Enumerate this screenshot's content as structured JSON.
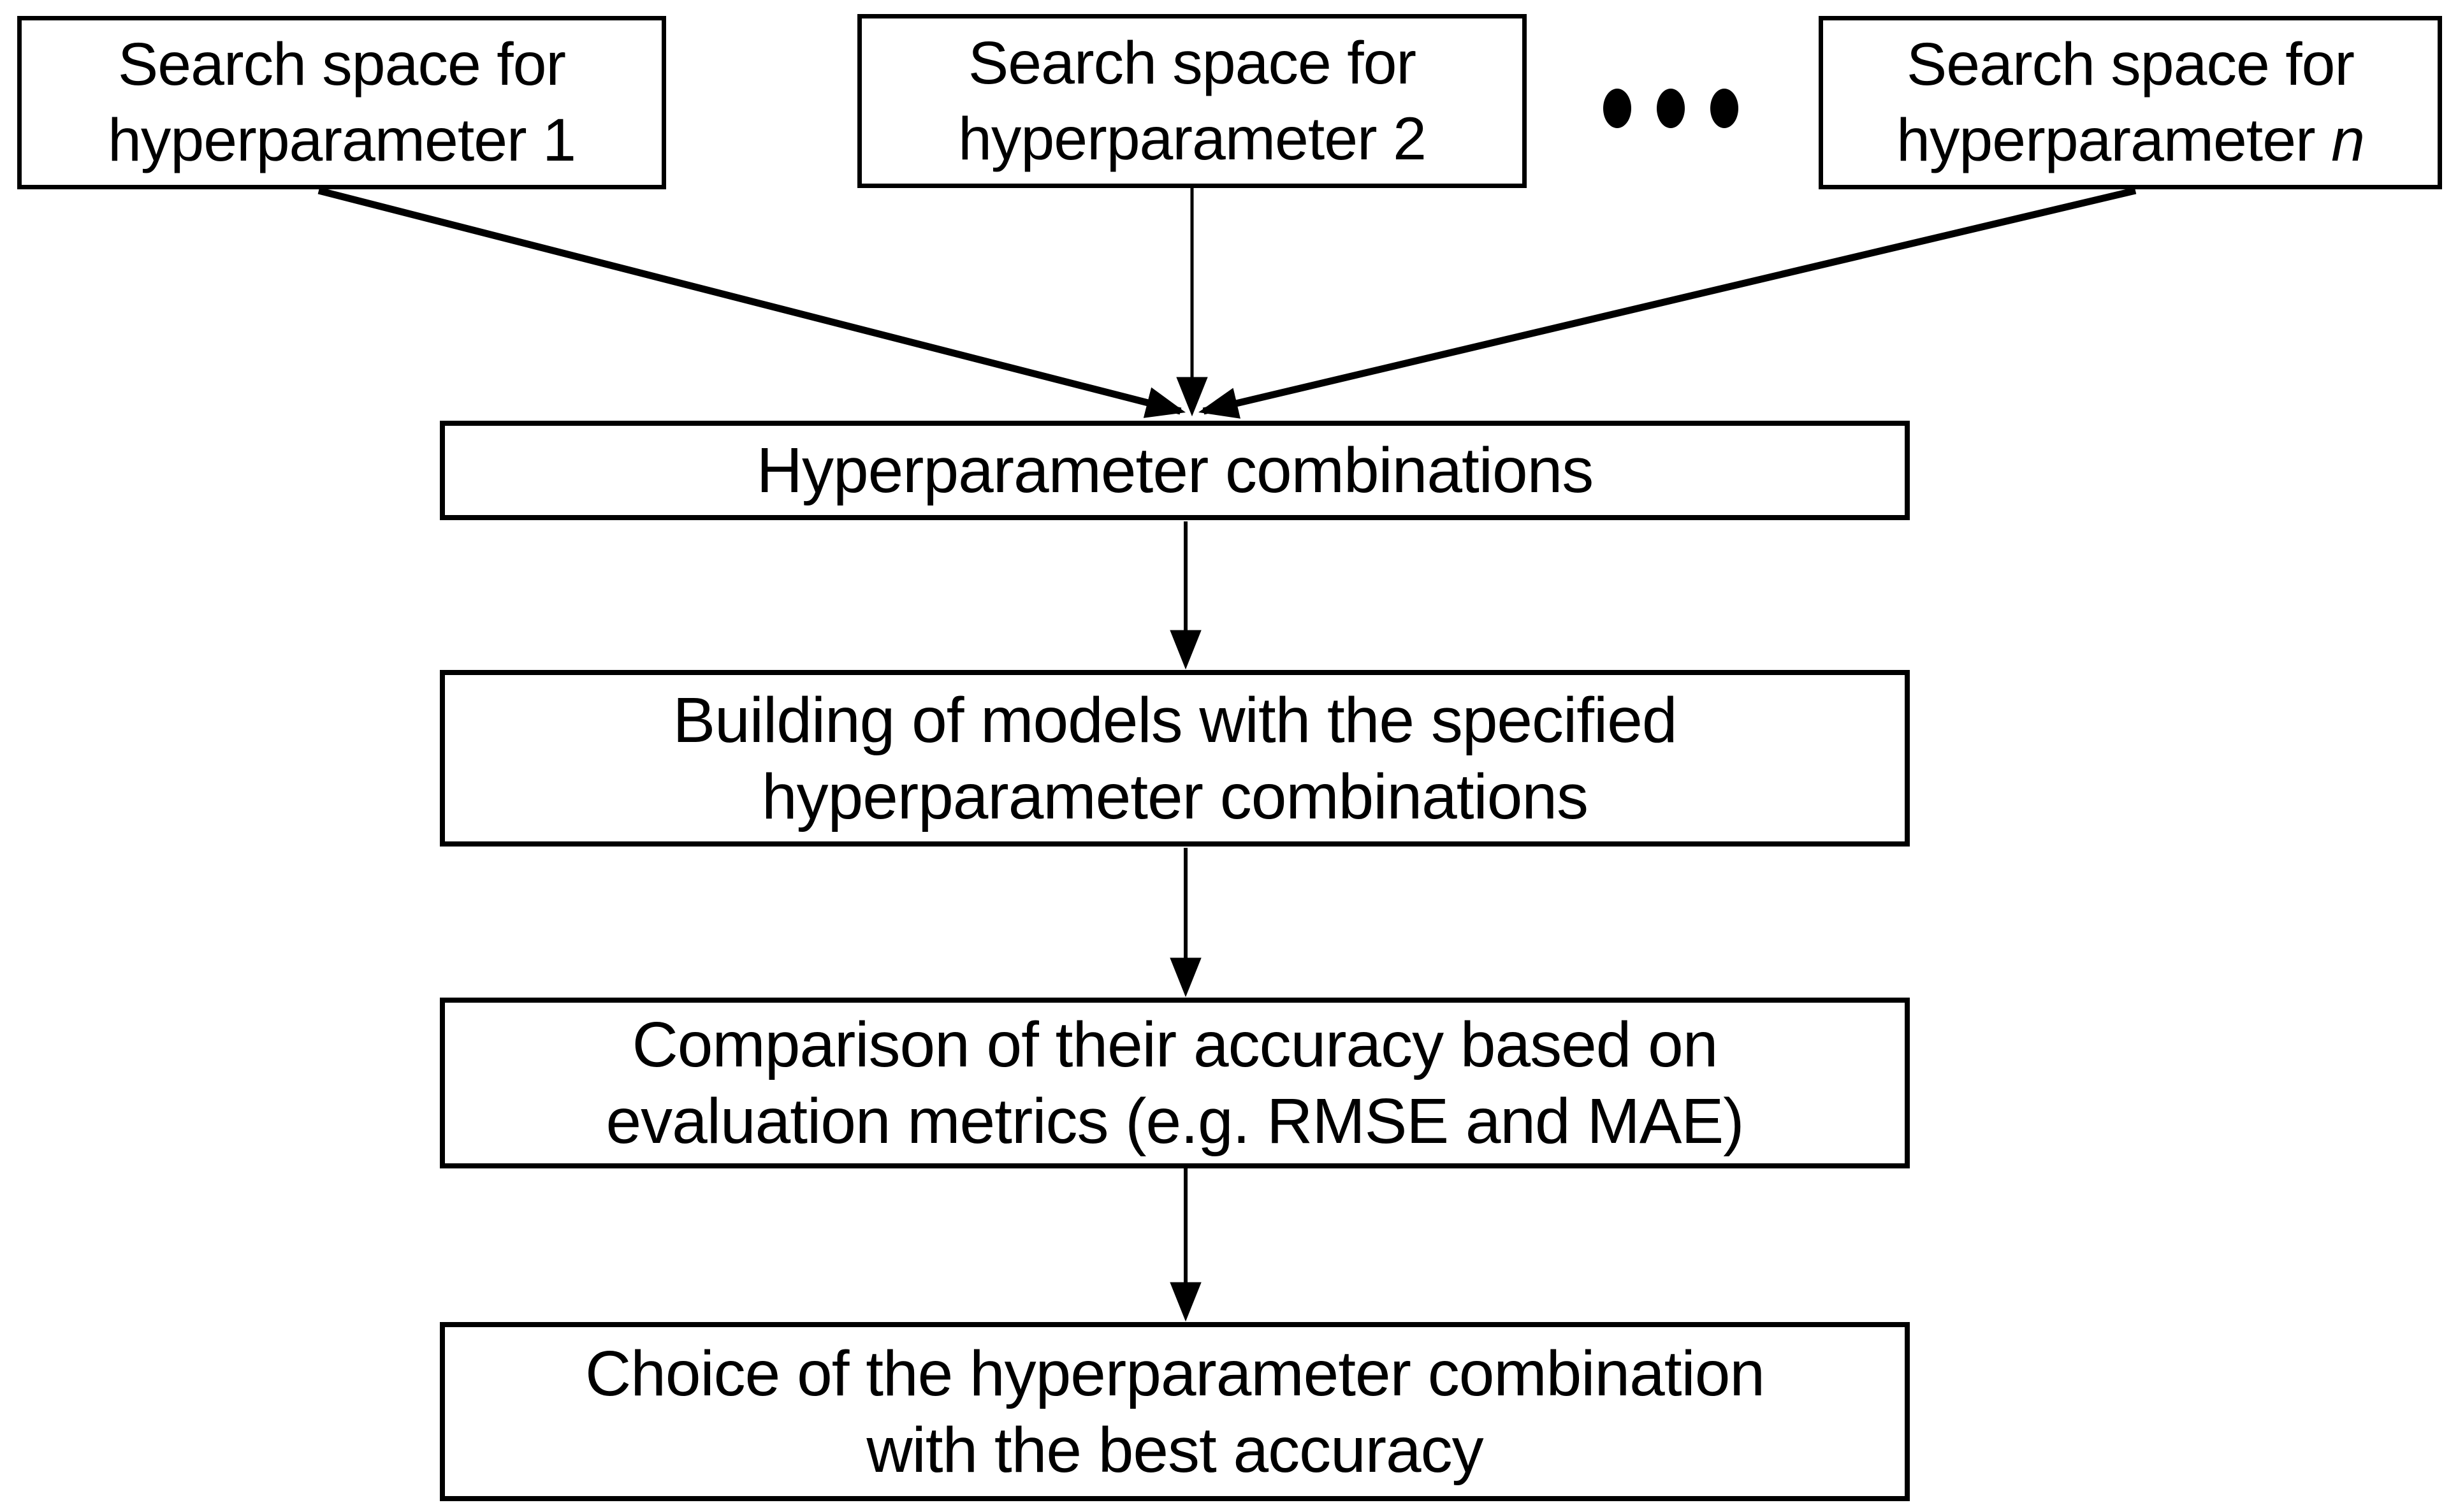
{
  "background": "#ffffff",
  "ink": "#000000",
  "top_boxes": [
    {
      "line1": "Search space for",
      "line2": "hyperparameter 1"
    },
    {
      "line1": "Search space for",
      "line2": "hyperparameter 2"
    },
    {
      "line1": "Search space for",
      "line2_prefix": "hyperparameter ",
      "line2_var": "n"
    }
  ],
  "ellipsis_icon": "three-dots",
  "flow_boxes": [
    {
      "line1": "Hyperparameter combinations"
    },
    {
      "line1": "Building of models with the specified",
      "line2": "hyperparameter combinations"
    },
    {
      "line1": "Comparison of their accuracy based on",
      "line2": "evaluation metrics (e.g. RMSE and MAE)"
    },
    {
      "line1": "Choice of the hyperparameter combination",
      "line2": "with the best accuracy"
    }
  ]
}
